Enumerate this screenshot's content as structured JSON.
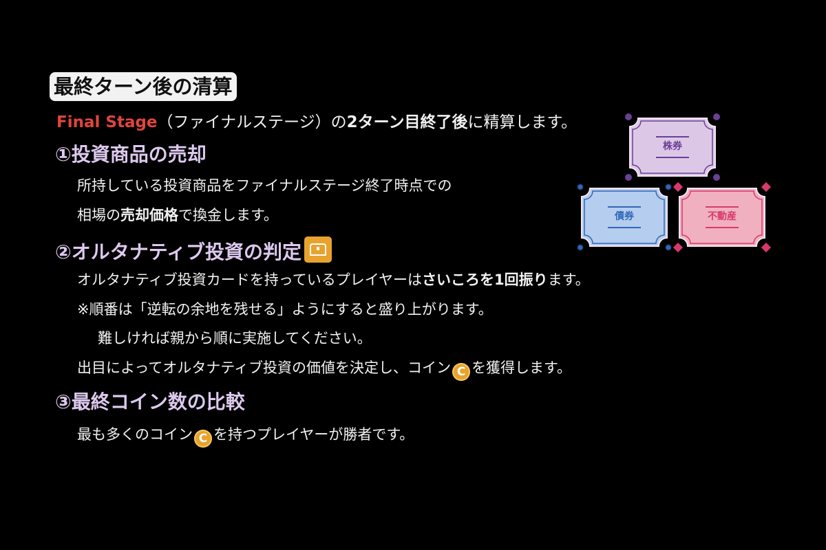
{
  "title": "最終ターン後の清算",
  "intro": {
    "stage": "Final Stage",
    "paren": "（ファイナルステージ）の",
    "bold": "2ターン目終了後",
    "rest": "に精算します。"
  },
  "sections": [
    {
      "heading": "①投資商品の売却",
      "lines": [
        "所持している投資商品をファイナルステージ終了時点での"
      ],
      "line2": {
        "a": "相場の",
        "bold": "売却価格",
        "b": "で換金します。"
      }
    },
    {
      "heading": "②オルタナティブ投資の判定",
      "line1": {
        "a": "オルタナティブ投資カードを持っているプレイヤーは",
        "bold": "さいころを1回振り",
        "b": "ます。"
      },
      "line2": "※順番は「逆転の余地を残せる」ようにすると盛り上がります。",
      "line3": "難しければ親から順に実施してください。",
      "line4": {
        "a": "出目によってオルタナティブ投資の価値を決定し、コイン",
        "b": "を獲得します。"
      }
    },
    {
      "heading": "③最終コイン数の比較",
      "line1": {
        "a": "最も多くのコイン",
        "b": "を持つプレイヤーが勝者です。"
      }
    }
  ],
  "coin_symbol": "C",
  "cards": [
    {
      "label": "株券",
      "bg": "#dcc8e6",
      "fg": "#6a3f95"
    },
    {
      "label": "債券",
      "bg": "#b5cdee",
      "fg": "#3068b5"
    },
    {
      "label": "不動産",
      "bg": "#f0b0c0",
      "fg": "#d63a6a"
    }
  ]
}
